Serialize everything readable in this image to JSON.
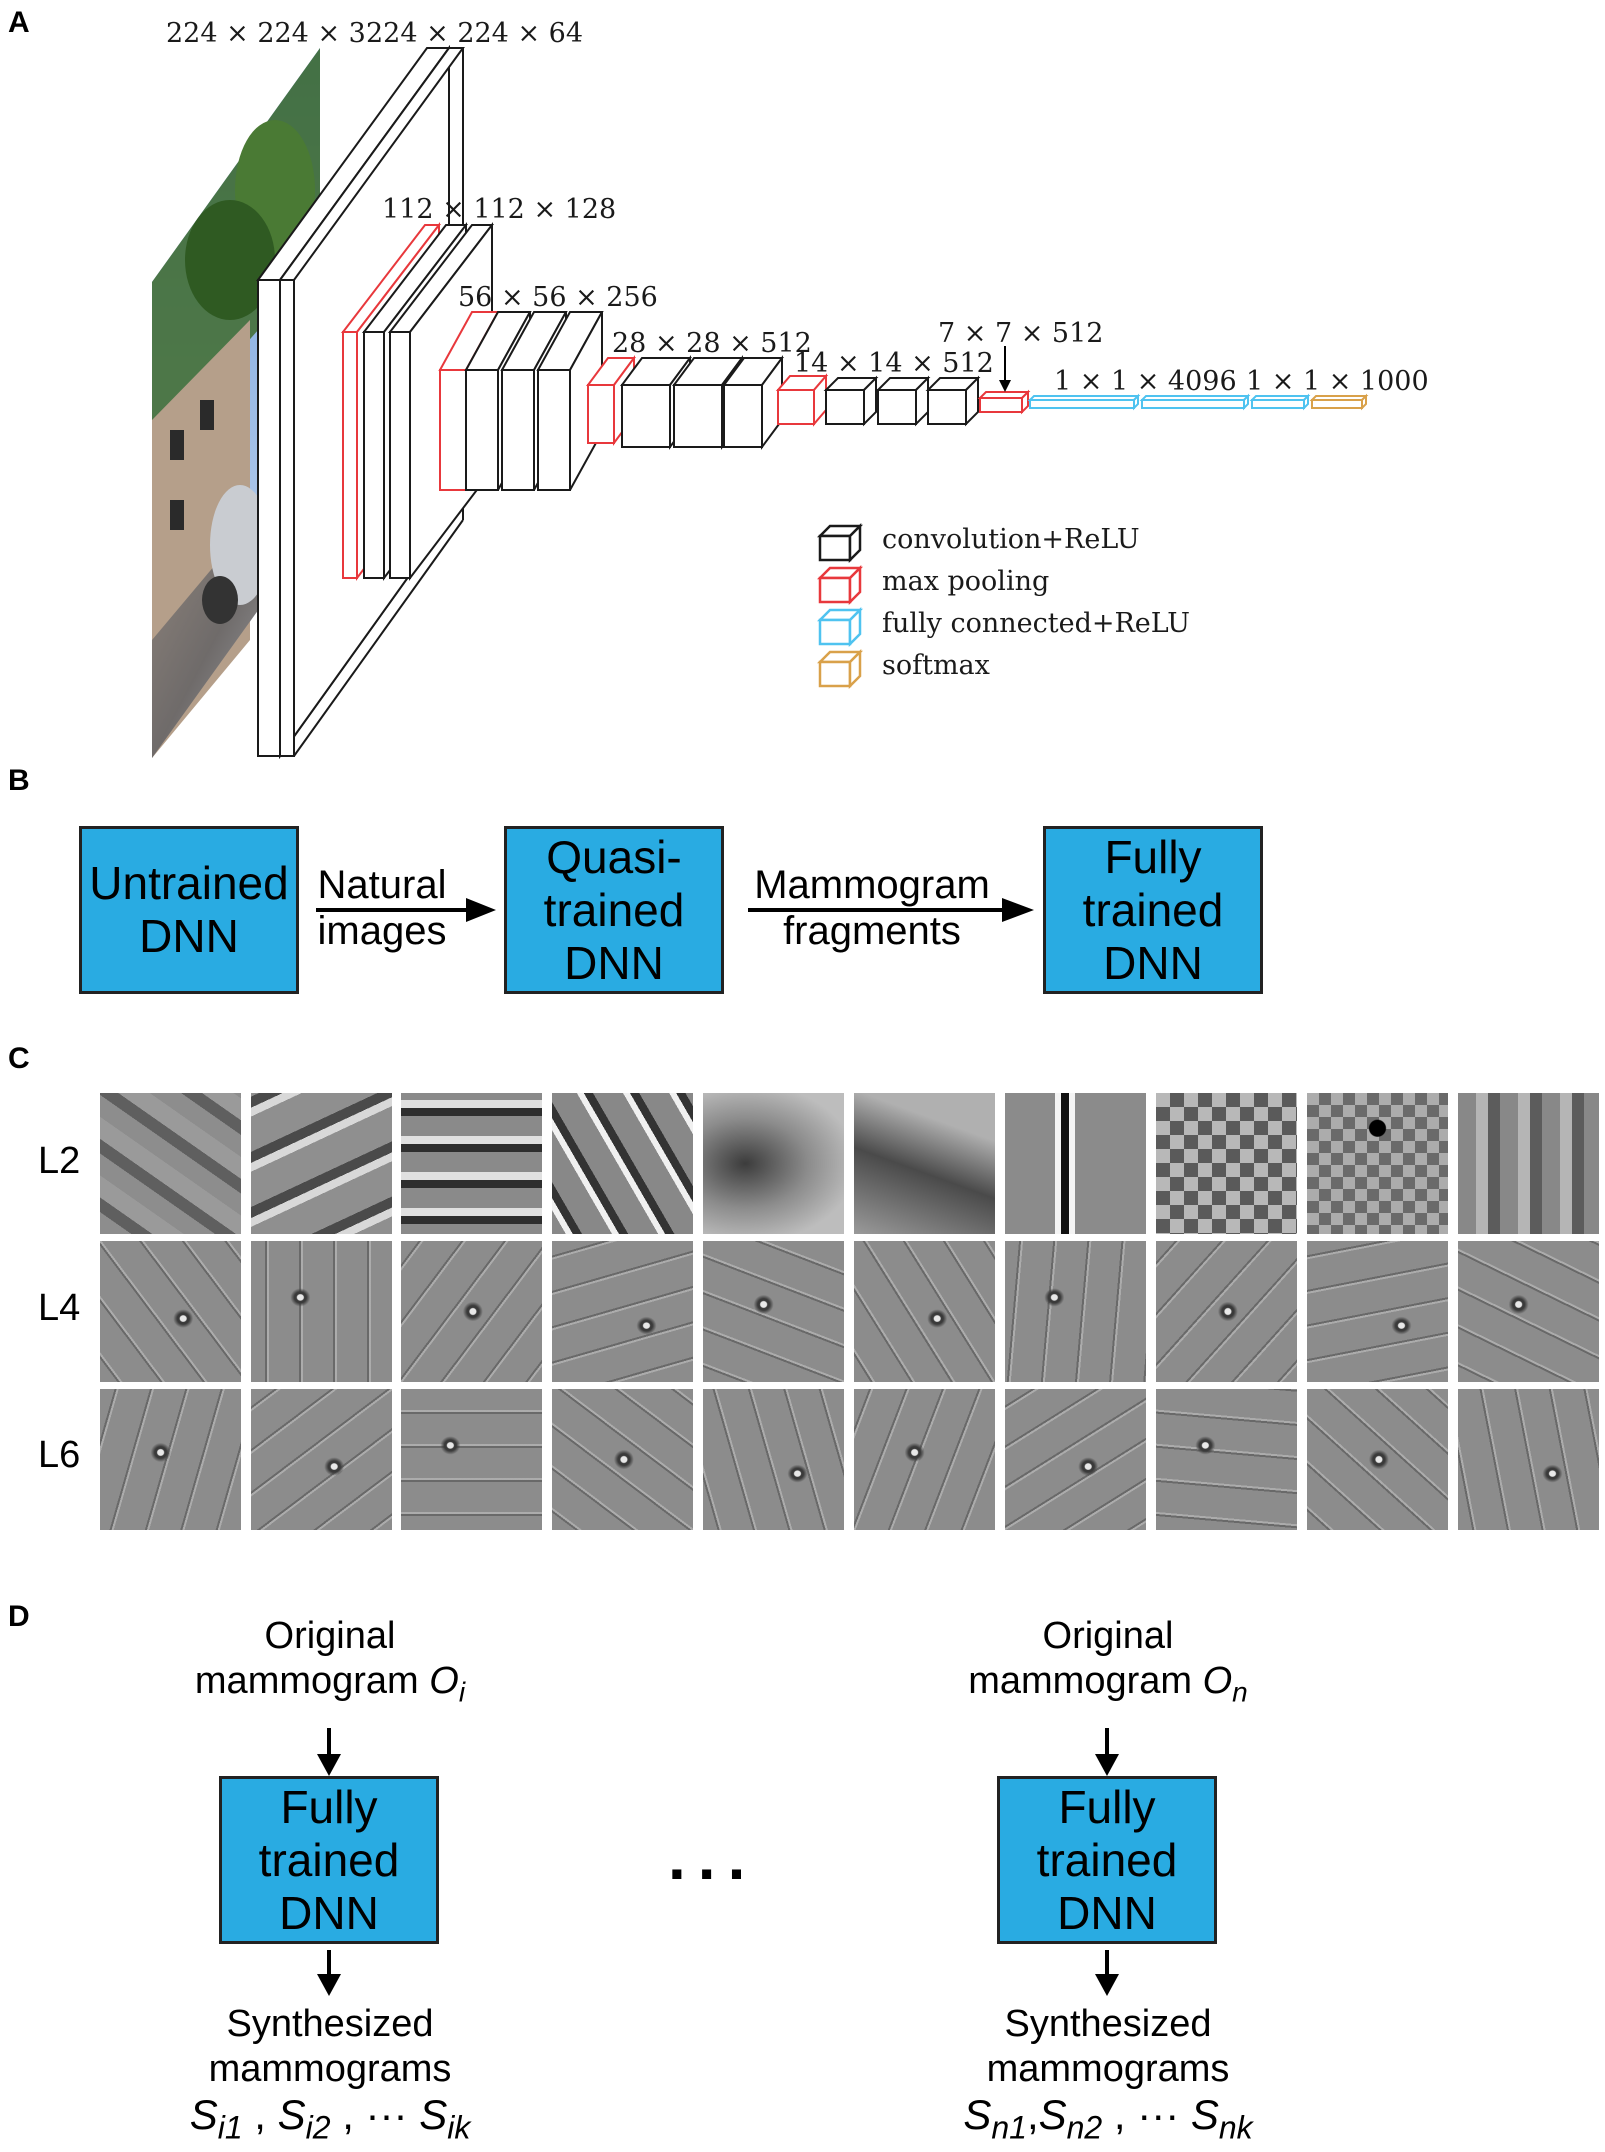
{
  "panels": {
    "a": "A",
    "b": "B",
    "c": "C",
    "d": "D"
  },
  "panel_a": {
    "dims": {
      "input": "224 × 224 × 3",
      "conv1": "224 × 224 × 64",
      "conv2": "112 × 112 × 128",
      "conv3": "56 × 56 × 256",
      "conv4": "28 × 28 × 512",
      "conv5": "14 × 14 × 512",
      "pool5": "7 × 7 × 512",
      "fc1": "1 × 1 × 4096",
      "fc3": "1 × 1 × 1000"
    },
    "legend": [
      {
        "label": "convolution+ReLU",
        "color": "#1a1a1a",
        "icon": "cube-icon"
      },
      {
        "label": "max pooling",
        "color": "#e8383c",
        "icon": "cube-icon"
      },
      {
        "label": "fully connected+ReLU",
        "color": "#4fc3f0",
        "icon": "cube-icon"
      },
      {
        "label": "softmax",
        "color": "#d9a14a",
        "icon": "cube-icon"
      }
    ]
  },
  "panel_b": {
    "box1": [
      "Untrained",
      "DNN"
    ],
    "arrow1": [
      "Natural",
      "images"
    ],
    "box2": [
      "Quasi-",
      "trained",
      "DNN"
    ],
    "arrow2": [
      "Mammogram",
      "fragments"
    ],
    "box3": [
      "Fully",
      "trained",
      "DNN"
    ]
  },
  "panel_c": {
    "rows": [
      "L2",
      "L4",
      "L6"
    ]
  },
  "panel_d": {
    "left": {
      "input": [
        "Original",
        "mammogram"
      ],
      "input_symbol": "O",
      "input_sub": "i",
      "box": [
        "Fully",
        "trained",
        "DNN"
      ],
      "output": [
        "Synthesized",
        "mammograms"
      ],
      "out_terms": [
        {
          "s": "S",
          "sub": "i1"
        },
        {
          "s": "S",
          "sub": "i2"
        },
        {
          "s": "S",
          "sub": "ik"
        }
      ]
    },
    "ellipsis": "...",
    "right": {
      "input": [
        "Original",
        "mammogram"
      ],
      "input_symbol": "O",
      "input_sub": "n",
      "box": [
        "Fully",
        "trained",
        "DNN"
      ],
      "output": [
        "Synthesized",
        "mammograms"
      ],
      "out_terms": [
        {
          "s": "S",
          "sub": "n1"
        },
        {
          "s": "S",
          "sub": "n2"
        },
        {
          "s": "S",
          "sub": "nk"
        }
      ]
    }
  },
  "colors": {
    "box_fill": "#29abe2",
    "conv": "#1a1a1a",
    "pool": "#e8383c",
    "fc": "#4fc3f0",
    "softmax": "#d9a14a"
  }
}
